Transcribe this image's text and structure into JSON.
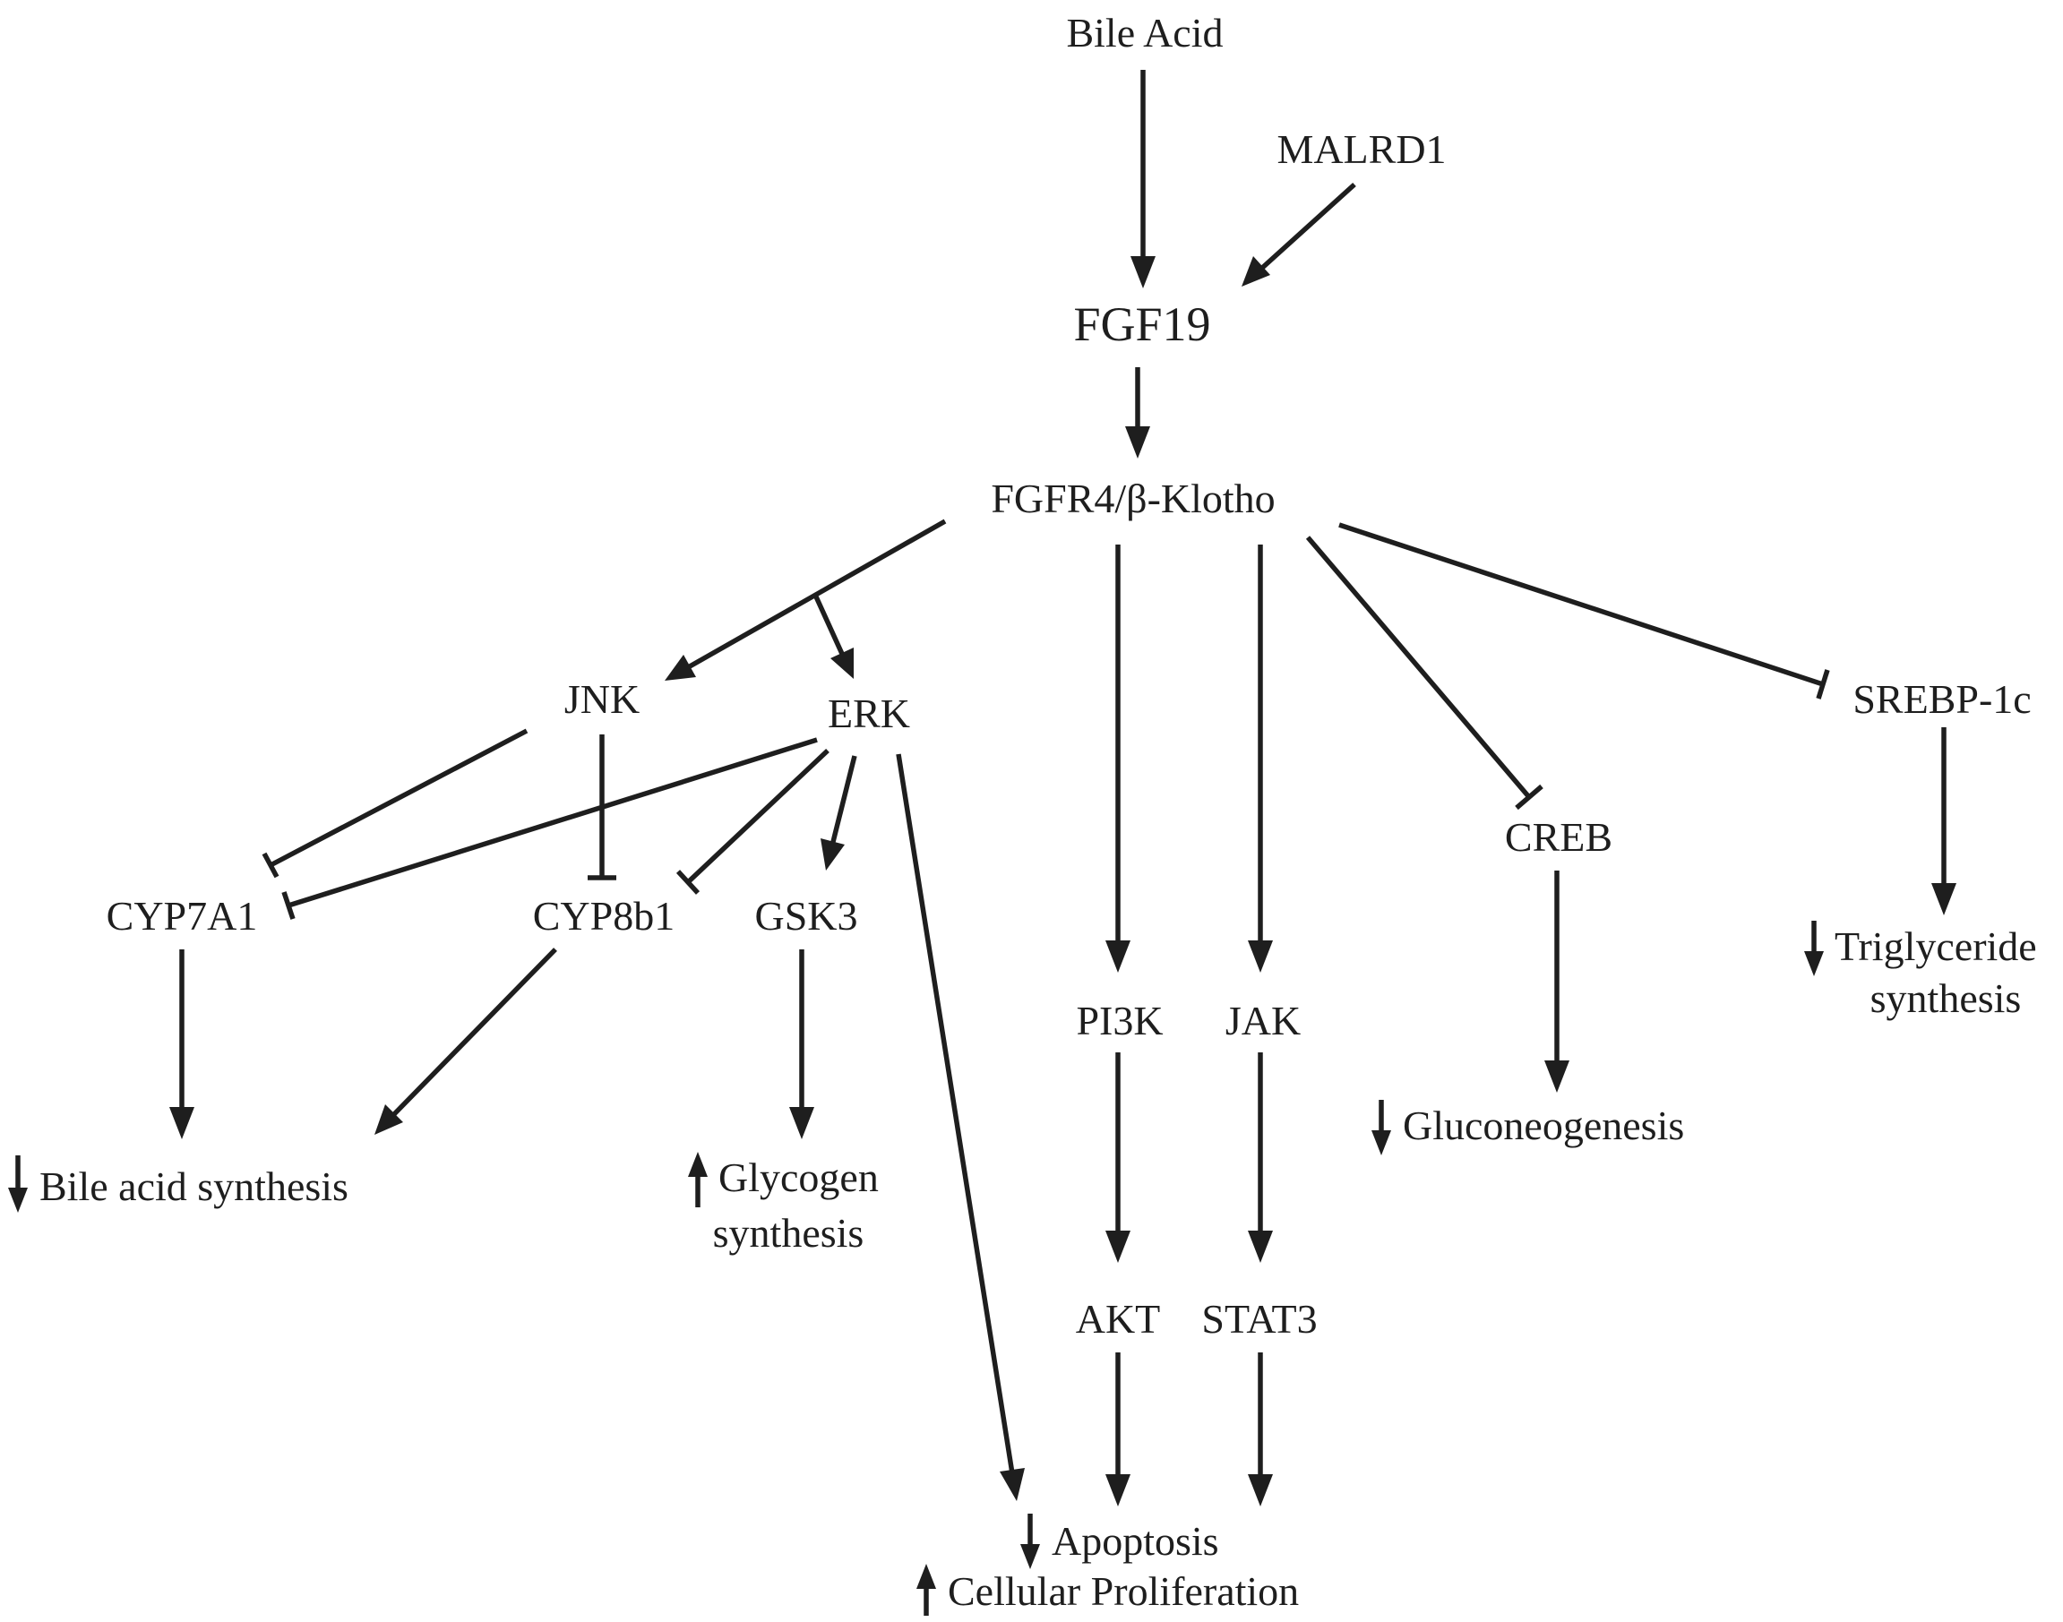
{
  "diagram": {
    "nodes": {
      "bile_acid": "Bile Acid",
      "malrd1": "MALRD1",
      "fgf19": "FGF19",
      "fgfr4": "FGFR4/β-Klotho",
      "jnk": "JNK",
      "erk": "ERK",
      "cyp7a1": "CYP7A1",
      "cyp8b1": "CYP8b1",
      "gsk3": "GSK3",
      "pi3k": "PI3K",
      "jak": "JAK",
      "akt": "AKT",
      "stat3": "STAT3",
      "creb": "CREB",
      "srebp1c": "SREBP-1c"
    },
    "outcomes": {
      "bile_acid_synthesis": {
        "direction": "down",
        "text": "Bile acid synthesis"
      },
      "glycogen_line1": {
        "direction": "up",
        "text": "Glycogen"
      },
      "glycogen_line2": "synthesis",
      "gluconeogenesis": {
        "direction": "down",
        "text": "Gluconeogenesis"
      },
      "triglyceride_line1": {
        "direction": "down",
        "text": "Triglyceride"
      },
      "triglyceride_line2": "synthesis",
      "apoptosis": {
        "direction": "down",
        "text": "Apoptosis"
      },
      "proliferation": {
        "direction": "up",
        "text": "Cellular Proliferation"
      }
    },
    "edges": [
      {
        "from": "Bile Acid",
        "to": "FGF19",
        "type": "activation"
      },
      {
        "from": "MALRD1",
        "to": "FGF19",
        "type": "activation"
      },
      {
        "from": "FGF19",
        "to": "FGFR4/β-Klotho",
        "type": "activation"
      },
      {
        "from": "FGFR4/β-Klotho",
        "to": "JNK",
        "type": "activation"
      },
      {
        "from": "FGFR4/β-Klotho",
        "to": "ERK",
        "type": "activation"
      },
      {
        "from": "FGFR4/β-Klotho",
        "to": "PI3K",
        "type": "activation"
      },
      {
        "from": "FGFR4/β-Klotho",
        "to": "JAK",
        "type": "activation"
      },
      {
        "from": "FGFR4/β-Klotho",
        "to": "CREB",
        "type": "inhibition"
      },
      {
        "from": "FGFR4/β-Klotho",
        "to": "SREBP-1c",
        "type": "inhibition"
      },
      {
        "from": "JNK",
        "to": "CYP7A1",
        "type": "inhibition"
      },
      {
        "from": "JNK",
        "to": "CYP8b1",
        "type": "inhibition"
      },
      {
        "from": "ERK",
        "to": "CYP7A1",
        "type": "inhibition"
      },
      {
        "from": "ERK",
        "to": "CYP8b1",
        "type": "inhibition"
      },
      {
        "from": "ERK",
        "to": "GSK3",
        "type": "activation"
      },
      {
        "from": "ERK",
        "to": "Apoptosis / Cellular Proliferation",
        "type": "activation"
      },
      {
        "from": "CYP7A1",
        "to": "Bile acid synthesis",
        "type": "activation"
      },
      {
        "from": "CYP8b1",
        "to": "Bile acid synthesis",
        "type": "activation"
      },
      {
        "from": "GSK3",
        "to": "Glycogen synthesis",
        "type": "activation"
      },
      {
        "from": "PI3K",
        "to": "AKT",
        "type": "activation"
      },
      {
        "from": "JAK",
        "to": "STAT3",
        "type": "activation"
      },
      {
        "from": "AKT",
        "to": "Apoptosis / Cellular Proliferation",
        "type": "activation"
      },
      {
        "from": "STAT3",
        "to": "Apoptosis / Cellular Proliferation",
        "type": "activation"
      },
      {
        "from": "CREB",
        "to": "Gluconeogenesis",
        "type": "activation"
      },
      {
        "from": "SREBP-1c",
        "to": "Triglyceride synthesis",
        "type": "activation"
      }
    ]
  }
}
